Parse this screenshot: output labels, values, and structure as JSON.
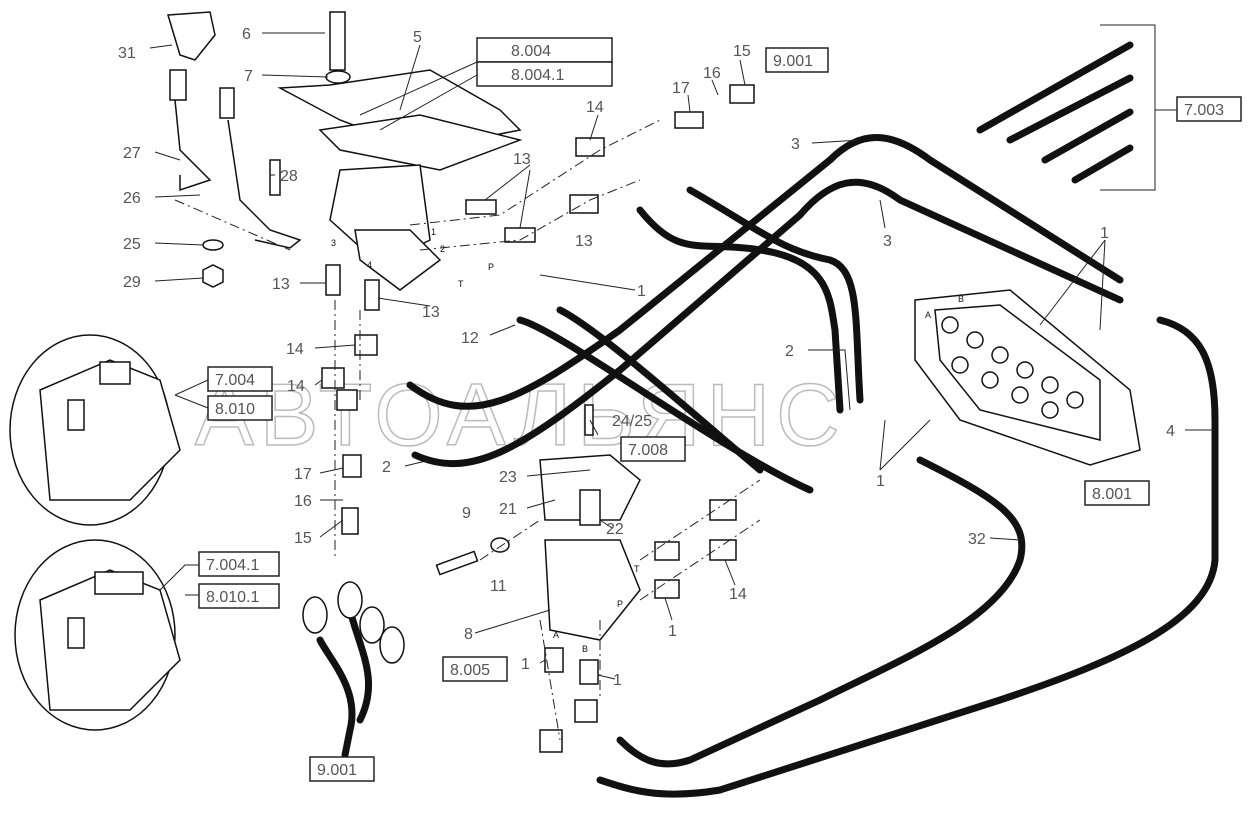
{
  "callouts": [
    "31",
    "6",
    "5",
    "15",
    "17",
    "16",
    "14",
    "7",
    "27",
    "28",
    "26",
    "13",
    "13",
    "3",
    "3",
    "1",
    "25",
    "29",
    "13",
    "13",
    "1",
    "12",
    "14",
    "14",
    "2",
    "24/25",
    "2",
    "1",
    "4",
    "17",
    "16",
    "15",
    "9",
    "23",
    "21",
    "22",
    "11",
    "32",
    "14",
    "1",
    "8",
    "1",
    "1"
  ],
  "reference_boxes": [
    "8.004",
    "8.004.1",
    "9.001",
    "7.003",
    "7.004",
    "8.010",
    "7.008",
    "8.001",
    "7.004.1",
    "8.010.1",
    "8.005",
    "9.001"
  ],
  "port_marks": [
    "1",
    "2",
    "P",
    "T",
    "3",
    "4",
    "A",
    "B",
    "T",
    "P",
    "A",
    "B"
  ],
  "watermark": "АВТОАЛЬЯНС"
}
